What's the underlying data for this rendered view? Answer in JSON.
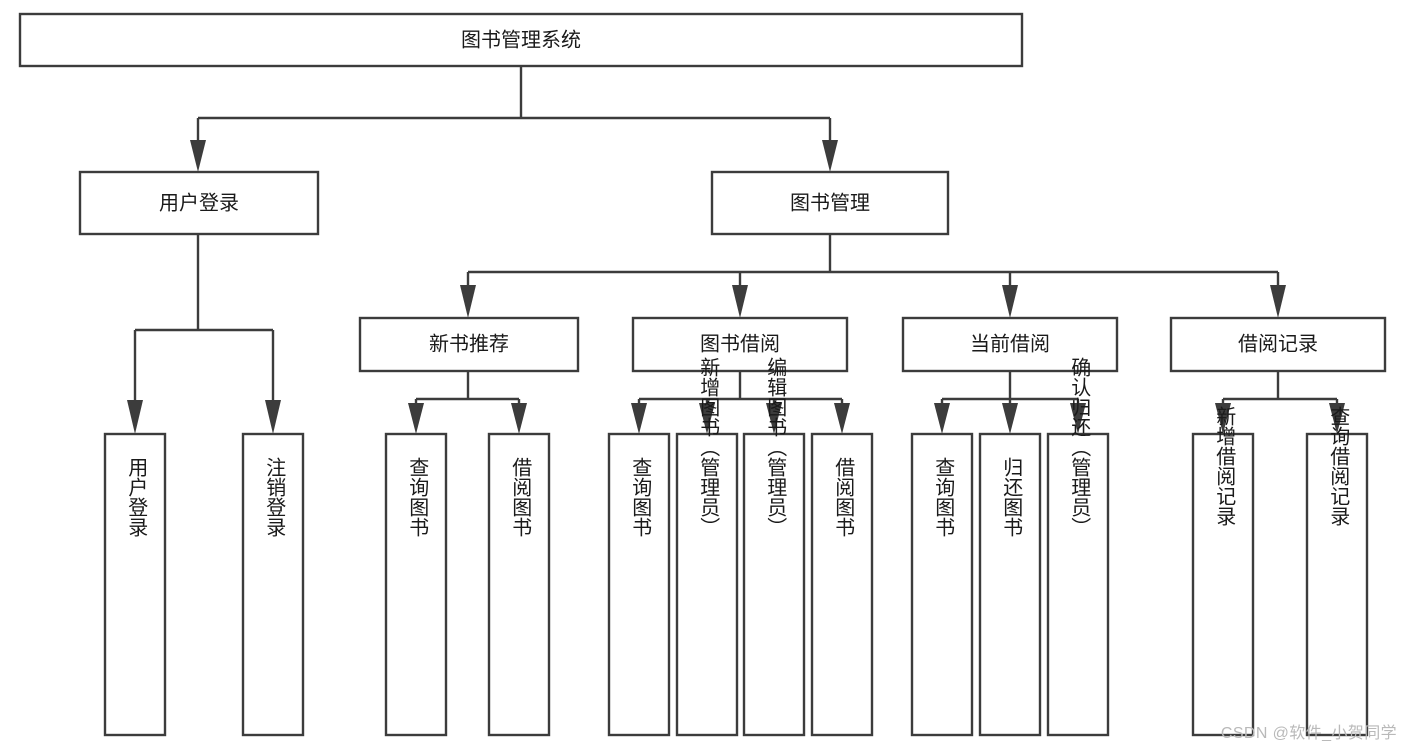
{
  "diagram": {
    "title": "图书管理系统",
    "type": "tree-hierarchy-flowchart",
    "watermark": "CSDN @软件_小贺同学",
    "colors": {
      "stroke": "#3c3c3c",
      "box_fill": "#ffffff",
      "text": "#1a1a1a",
      "background": "#ffffff",
      "watermark": "#b9b9b9"
    },
    "root": {
      "id": "root",
      "label": "图书管理系统",
      "orientation": "horizontal"
    },
    "level2": [
      {
        "id": "user-login",
        "label": "用户登录",
        "orientation": "horizontal"
      },
      {
        "id": "book-manage",
        "label": "图书管理",
        "orientation": "horizontal"
      }
    ],
    "level3": [
      {
        "id": "new-book-recommend",
        "label": "新书推荐",
        "orientation": "horizontal",
        "parent": "book-manage"
      },
      {
        "id": "book-borrow",
        "label": "图书借阅",
        "orientation": "horizontal",
        "parent": "book-manage"
      },
      {
        "id": "current-borrow",
        "label": "当前借阅",
        "orientation": "horizontal",
        "parent": "book-manage"
      },
      {
        "id": "borrow-record",
        "label": "借阅记录",
        "orientation": "horizontal",
        "parent": "book-manage"
      }
    ],
    "leaves": {
      "user-login": [
        {
          "id": "leaf-user-login",
          "label": "用户登录",
          "orientation": "vertical"
        },
        {
          "id": "leaf-user-logout",
          "label": "注销登录",
          "orientation": "vertical"
        }
      ],
      "new-book-recommend": [
        {
          "id": "leaf-query-book-1",
          "label": "查询图书",
          "orientation": "vertical"
        },
        {
          "id": "leaf-borrow-book-1",
          "label": "借阅图书",
          "orientation": "vertical"
        }
      ],
      "book-borrow": [
        {
          "id": "leaf-query-book-2",
          "label": "查询图书",
          "orientation": "vertical"
        },
        {
          "id": "leaf-add-book",
          "label": "新增图书（管理员）",
          "orientation": "vertical"
        },
        {
          "id": "leaf-edit-book",
          "label": "编辑图书（管理员）",
          "orientation": "vertical"
        },
        {
          "id": "leaf-borrow-book-2",
          "label": "借阅图书",
          "orientation": "vertical"
        }
      ],
      "current-borrow": [
        {
          "id": "leaf-query-book-3",
          "label": "查询图书",
          "orientation": "vertical"
        },
        {
          "id": "leaf-return-book",
          "label": "归还图书",
          "orientation": "vertical"
        },
        {
          "id": "leaf-confirm-return",
          "label": "确认归还（管理员）",
          "orientation": "vertical"
        }
      ],
      "borrow-record": [
        {
          "id": "leaf-add-record",
          "label": "新增借阅记录",
          "orientation": "vertical"
        },
        {
          "id": "leaf-query-record",
          "label": "查询借阅记录",
          "orientation": "vertical"
        }
      ]
    }
  }
}
